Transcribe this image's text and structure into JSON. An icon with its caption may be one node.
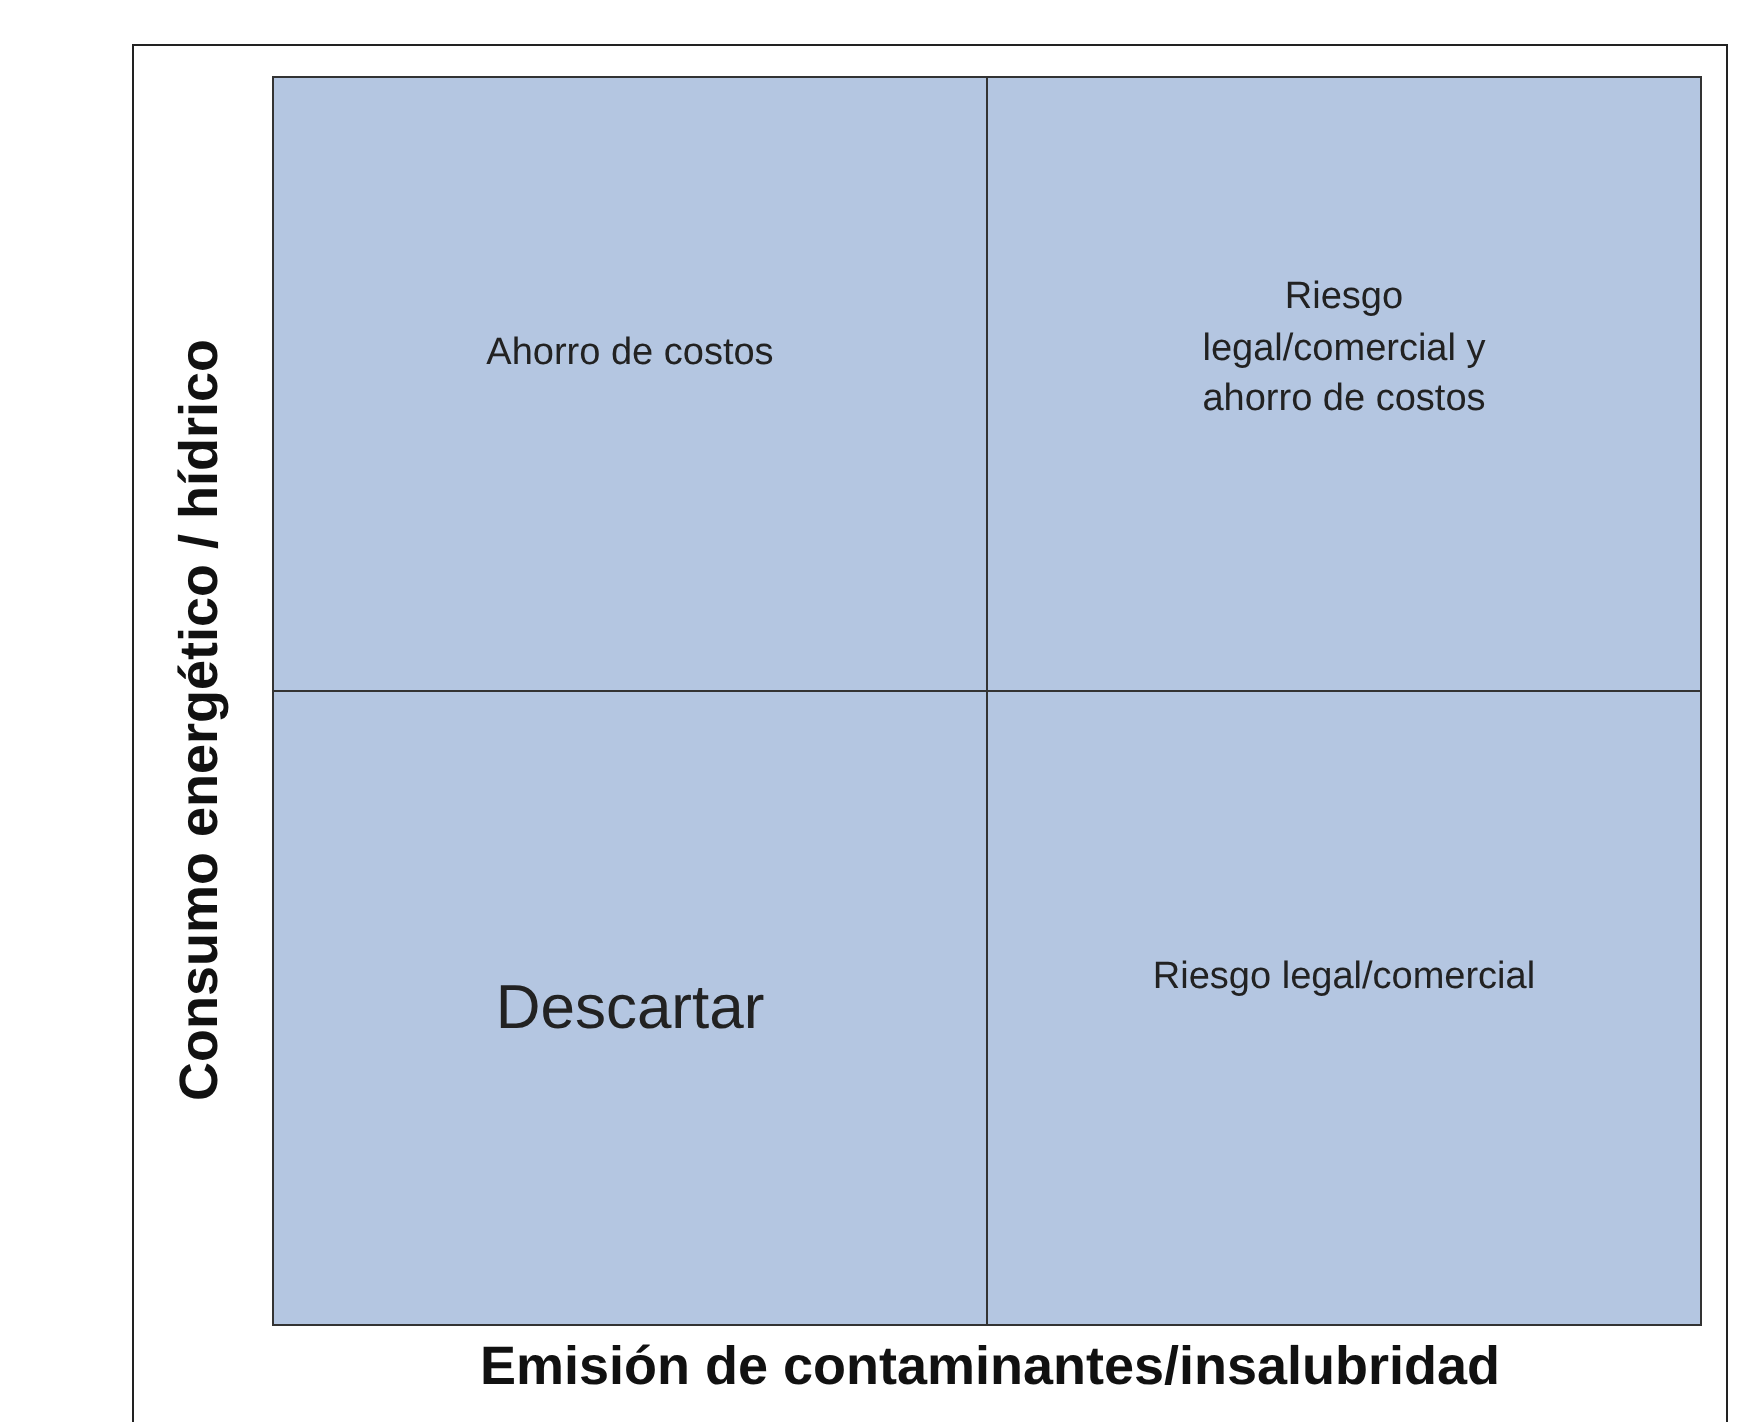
{
  "diagram": {
    "nodes": [
      {
        "text": [
          "Ahorro de costos"
        ]
      },
      {
        "text": [
          "Riesgo legal/comercial y ahorro de costos"
        ]
      },
      {
        "text": [
          "Descartar"
        ]
      },
      {
        "text": [
          "Riesgo legal/comercial"
        ]
      }
    ],
    "labels": [
      "Consumo energético / hídrico",
      "Emisión de contaminantes/insalubridad"
    ]
  }
}
